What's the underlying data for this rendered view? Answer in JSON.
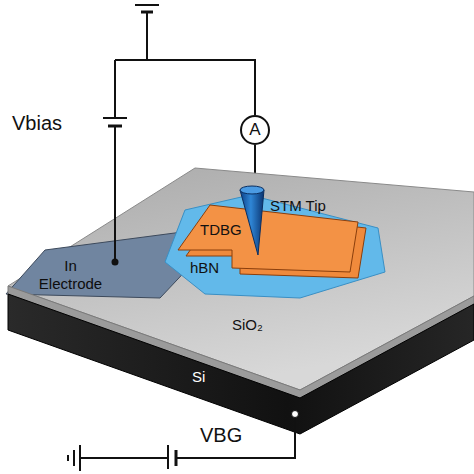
{
  "diagram": {
    "nodes": [
      {
        "text": [
          "A"
        ]
      },
      {
        "text": [
          "STM Tip"
        ]
      },
      {
        "text": [
          "SiO₂"
        ]
      },
      {
        "text": [
          "In Electrode"
        ],
        "in": 2
      },
      {
        "text": [
          "hBN"
        ],
        "in": 2
      },
      {
        "text": [
          "TDBG"
        ],
        "in": 4
      },
      {
        "text": [
          "Si"
        ]
      }
    ],
    "edges": [
      {
        "from": 0,
        "to": 1,
        "arrow": "none"
      }
    ],
    "labels": [
      "Vbias",
      "VBG"
    ]
  }
}
